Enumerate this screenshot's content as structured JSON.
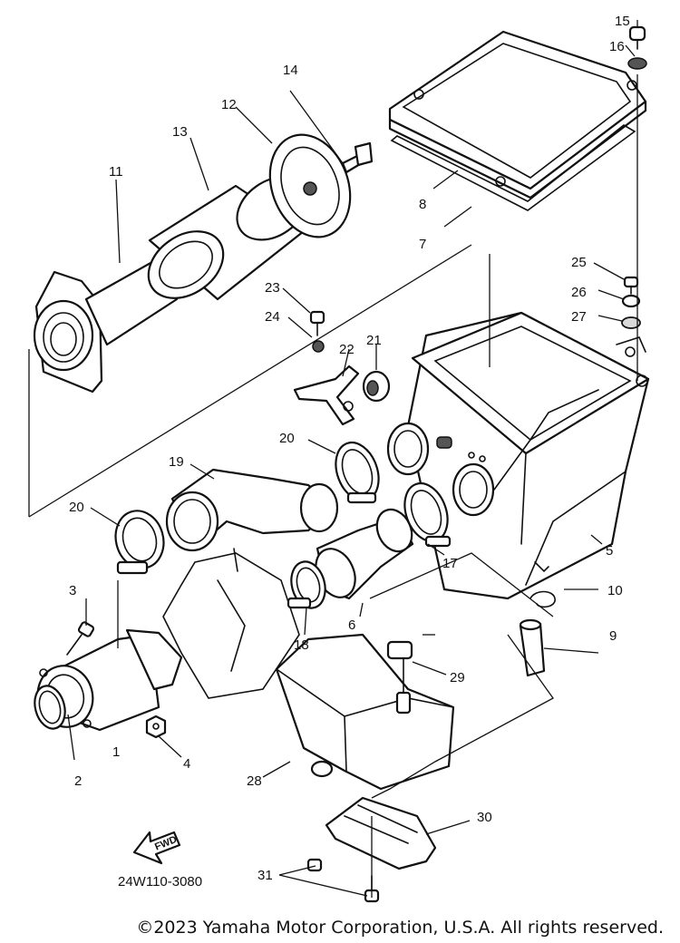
{
  "diagram": {
    "drawing_number": "24W110-3080",
    "forward_label": "FWD",
    "callouts": [
      {
        "id": "1",
        "text": "1"
      },
      {
        "id": "2",
        "text": "2"
      },
      {
        "id": "3",
        "text": "3"
      },
      {
        "id": "4",
        "text": "4"
      },
      {
        "id": "5",
        "text": "5"
      },
      {
        "id": "6",
        "text": "6"
      },
      {
        "id": "7",
        "text": "7"
      },
      {
        "id": "8",
        "text": "8"
      },
      {
        "id": "9",
        "text": "9"
      },
      {
        "id": "10",
        "text": "10"
      },
      {
        "id": "11",
        "text": "11"
      },
      {
        "id": "12",
        "text": "12"
      },
      {
        "id": "13",
        "text": "13"
      },
      {
        "id": "14",
        "text": "14"
      },
      {
        "id": "15",
        "text": "15"
      },
      {
        "id": "16",
        "text": "16"
      },
      {
        "id": "17",
        "text": "17"
      },
      {
        "id": "18",
        "text": "18"
      },
      {
        "id": "19",
        "text": "19"
      },
      {
        "id": "20a",
        "text": "20"
      },
      {
        "id": "20b",
        "text": "20"
      },
      {
        "id": "21",
        "text": "21"
      },
      {
        "id": "22",
        "text": "22"
      },
      {
        "id": "23",
        "text": "23"
      },
      {
        "id": "24",
        "text": "24"
      },
      {
        "id": "25",
        "text": "25"
      },
      {
        "id": "26",
        "text": "26"
      },
      {
        "id": "27",
        "text": "27"
      },
      {
        "id": "28",
        "text": "28"
      },
      {
        "id": "29",
        "text": "29"
      },
      {
        "id": "30",
        "text": "30"
      },
      {
        "id": "31",
        "text": "31"
      }
    ]
  },
  "footer": {
    "copyright": "©2023 Yamaha Motor Corporation, U.S.A. All rights reserved."
  }
}
